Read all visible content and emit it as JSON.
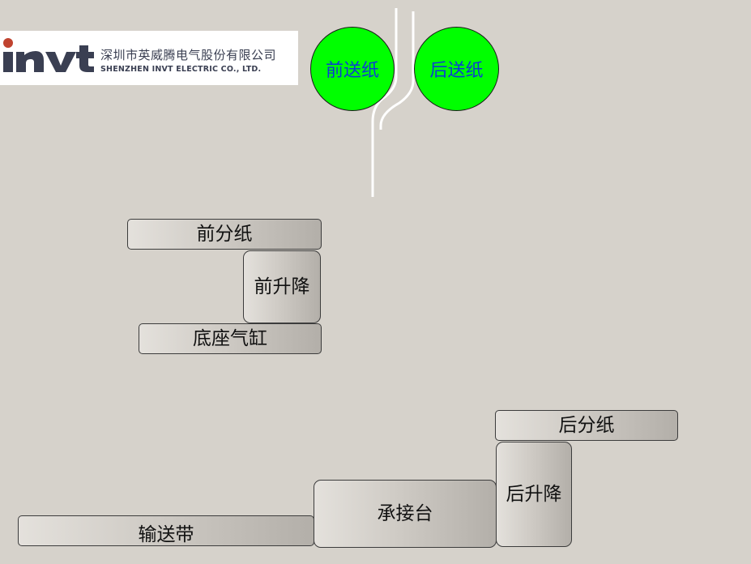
{
  "logo": {
    "brand": "invt",
    "company_cn": "深圳市英威腾电气股份有限公司",
    "company_en": "SHENZHEN INVT ELECTRIC CO., LTD.",
    "brand_color": "#c0432f",
    "text_color": "#3a3f52"
  },
  "feed": {
    "front_label": "前送纸",
    "rear_label": "后送纸",
    "active_color": "#00ff00",
    "label_color": "#0b3bd6"
  },
  "front": {
    "separator_label": "前分纸",
    "lift_label": "前升降",
    "base_cylinder_label": "底座气缸"
  },
  "rear": {
    "separator_label": "后分纸",
    "lift_label": "后升降"
  },
  "bottom": {
    "conveyor_label": "输送带",
    "receiving_table_label": "承接台"
  }
}
